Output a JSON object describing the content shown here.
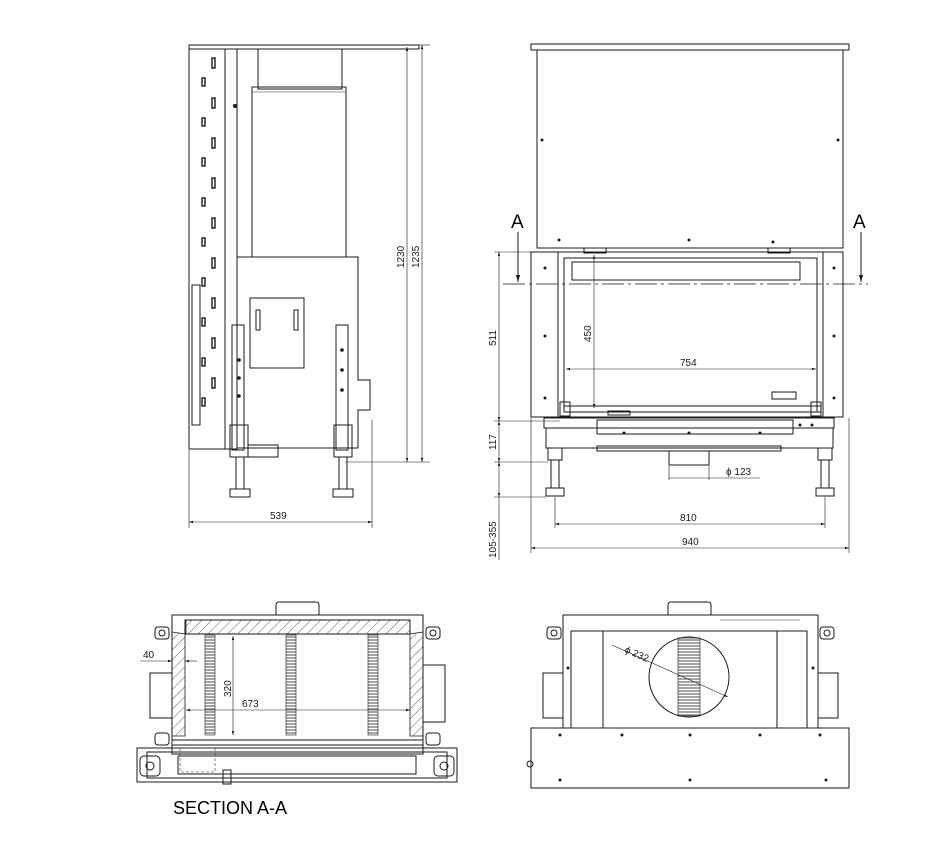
{
  "side_view": {
    "height_1": "1230",
    "height_2": "1235",
    "depth": "539"
  },
  "front_view": {
    "section_marker_left": "A",
    "section_marker_right": "A",
    "opening_height": "450",
    "opening_width": "754",
    "glass_height": "511",
    "base_height": "117",
    "leg_height": "105-355",
    "flue_diameter": "ϕ 123",
    "leg_spacing": "810",
    "total_width": "940"
  },
  "section_view": {
    "wall_thickness": "40",
    "inner_depth": "320",
    "inner_width": "673",
    "caption": "SECTION A-A"
  },
  "top_view": {
    "outlet_diameter": "ϕ 232"
  }
}
